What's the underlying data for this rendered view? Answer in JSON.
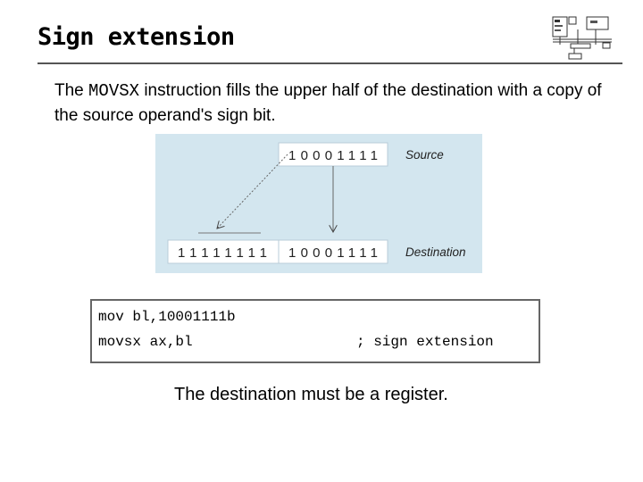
{
  "slide": {
    "title": "Sign extension",
    "intro": {
      "before": "The ",
      "keyword": "MOVSX",
      "after": " instruction fills the upper half of the destination with a copy of the source operand's sign bit."
    },
    "figure": {
      "source_bits": "10001111",
      "source_label": "Source",
      "dest_high_bits": "11111111",
      "dest_low_bits": "10001111",
      "dest_label": "Destination"
    },
    "code": {
      "lines": [
        {
          "code": "mov bl,10001111b",
          "comment": ""
        },
        {
          "code": "movsx ax,bl",
          "comment": "; sign extension"
        }
      ]
    },
    "footer": "The destination must be a register."
  }
}
